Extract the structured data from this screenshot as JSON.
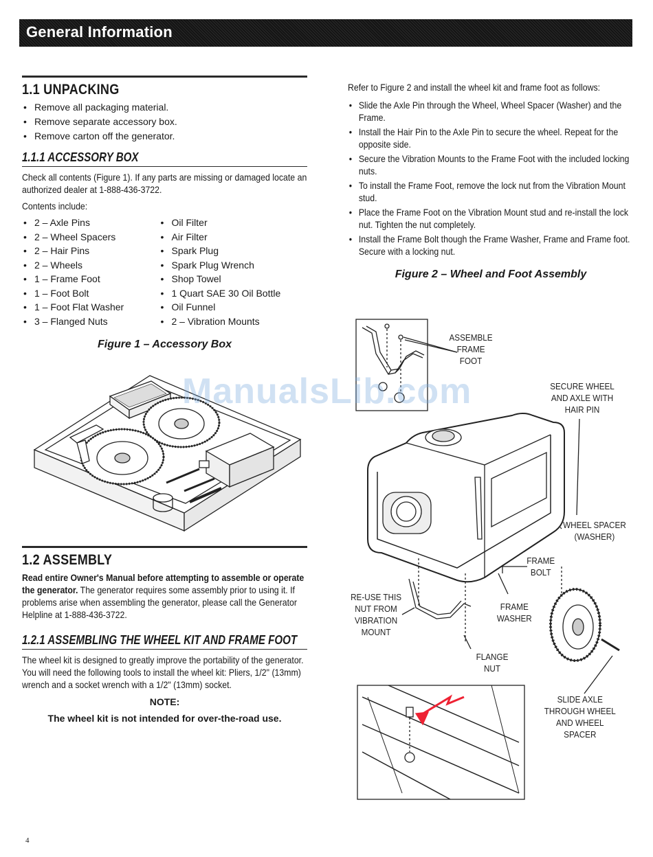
{
  "banner": {
    "title": "General Information"
  },
  "unpacking": {
    "heading": "1.1 UNPACKING",
    "items": [
      "Remove all packaging material.",
      "Remove separate accessory box.",
      "Remove carton off the generator."
    ]
  },
  "accessory": {
    "heading": "1.1.1 ACCESSORY BOX",
    "para": "Check all contents (Figure 1). If any parts are missing or damaged locate an authorized dealer at 1-888-436-3722.",
    "contents_label": "Contents include:",
    "left_items": [
      "2 – Axle Pins",
      "2 – Wheel Spacers",
      "2 – Hair Pins",
      "2 – Wheels",
      "1 – Frame Foot",
      "1 – Foot Bolt",
      "1 – Foot Flat Washer",
      "3 – Flanged Nuts"
    ],
    "right_items": [
      "Oil Filter",
      "Air Filter",
      "Spark Plug",
      "Spark Plug Wrench",
      "Shop Towel",
      "1 Quart SAE 30 Oil Bottle",
      "Oil Funnel",
      "2 – Vibration Mounts"
    ],
    "figure_caption": "Figure 1 – Accessory Box"
  },
  "assembly": {
    "heading": "1.2 ASSEMBLY",
    "bold_lead": "Read entire Owner's Manual before attempting to assemble or operate the generator.",
    "para": " The generator requires some assembly prior to using it. If problems arise when assembling the generator, please call the Generator Helpline at 1-888-436-3722."
  },
  "wheelkit": {
    "heading": "1.2.1 ASSEMBLING THE WHEEL KIT AND FRAME FOOT",
    "para": "The wheel kit is designed to greatly improve the portability of the generator. You will need the following tools to install the wheel kit: Pliers, 1/2\" (13mm) wrench and a socket wrench with a 1/2\" (13mm) socket.",
    "note_heading": "NOTE:",
    "note_text": "The wheel kit is not intended for over-the-road use."
  },
  "right": {
    "intro": "Refer to Figure 2 and install the wheel kit and frame foot as follows:",
    "steps": [
      "Slide the Axle Pin through the Wheel, Wheel Spacer (Washer) and the Frame.",
      "Install the Hair Pin to the Axle Pin to secure the wheel. Repeat for the opposite side.",
      "Secure the Vibration Mounts to the Frame Foot with the included locking nuts.",
      "To install the Frame Foot, remove the lock nut from the Vibration Mount stud.",
      "Place the Frame Foot on the Vibration Mount stud and re-install the lock nut. Tighten the nut completely.",
      "Install the Frame Bolt though the Frame Washer, Frame and Frame foot. Secure with a locking nut."
    ],
    "figure_caption": "Figure 2 – Wheel and Foot Assembly"
  },
  "callouts": {
    "assemble_frame_foot": "ASSEMBLE\nFRAME\nFOOT",
    "secure_wheel": "SECURE WHEEL\nAND AXLE WITH\nHAIR PIN",
    "wheel_spacer": "WHEEL SPACER\n(WASHER)",
    "frame_bolt": "FRAME\nBOLT",
    "reuse_nut": "RE-USE THIS\nNUT FROM\nVIBRATION\nMOUNT",
    "frame_washer": "FRAME\nWASHER",
    "flange_nut": "FLANGE\nNUT",
    "slide_axle": "SLIDE AXLE\nTHROUGH WHEEL\nAND WHEEL\nSPACER"
  },
  "watermark": "ManualsLib.com",
  "page_number": "4"
}
